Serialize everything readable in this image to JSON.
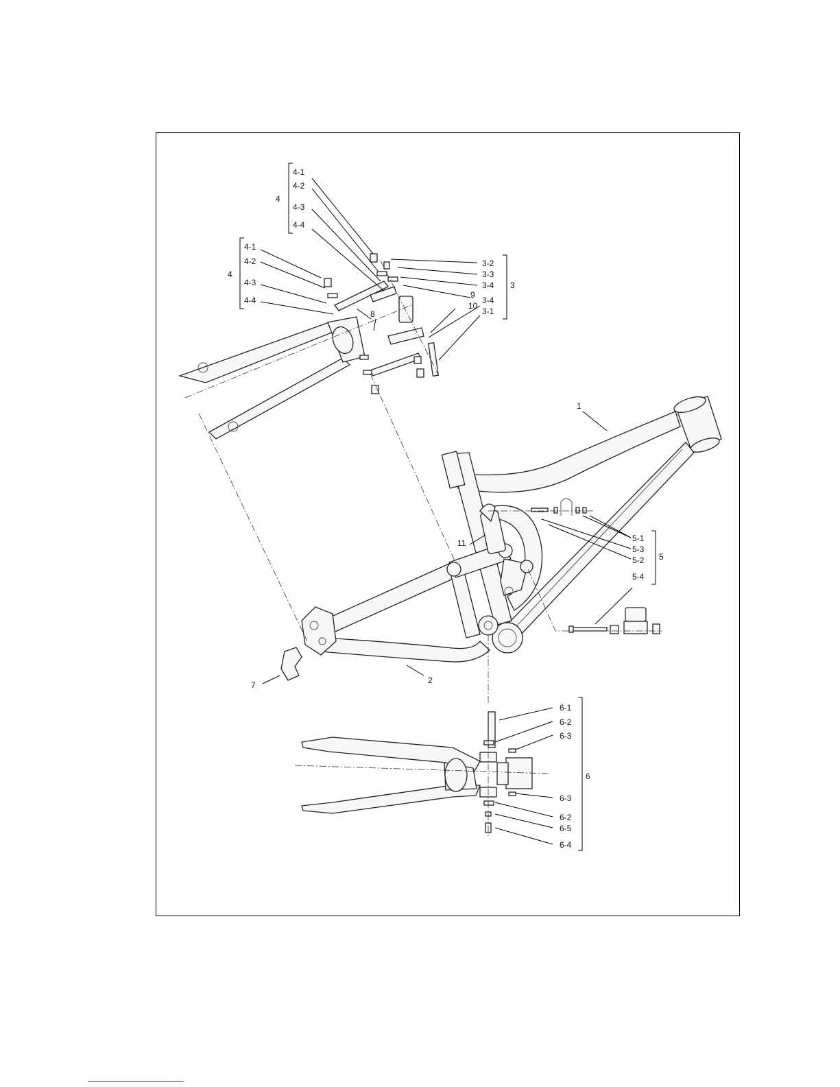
{
  "callouts": [
    {
      "text": "1"
    },
    {
      "text": "2"
    },
    {
      "text": "7"
    },
    {
      "text": "8"
    },
    {
      "text": "9"
    },
    {
      "text": "10"
    },
    {
      "text": "11"
    },
    {
      "text": "4-1"
    },
    {
      "text": "4-2"
    },
    {
      "text": "4-3"
    },
    {
      "text": "4-4"
    },
    {
      "text": "4-1"
    },
    {
      "text": "4-2"
    },
    {
      "text": "4-3"
    },
    {
      "text": "4-4"
    },
    {
      "text": "3-2"
    },
    {
      "text": "3-3"
    },
    {
      "text": "3-4"
    },
    {
      "text": "3-4"
    },
    {
      "text": "3-1"
    },
    {
      "text": "5-1"
    },
    {
      "text": "5-3"
    },
    {
      "text": "5-2"
    },
    {
      "text": "5-4"
    },
    {
      "text": "6-1"
    },
    {
      "text": "6-2"
    },
    {
      "text": "6-3"
    },
    {
      "text": "6-3"
    },
    {
      "text": "6-2"
    },
    {
      "text": "6-5"
    },
    {
      "text": "6-4"
    }
  ],
  "groups": [
    {
      "text": "4"
    },
    {
      "text": "4"
    },
    {
      "text": "3"
    },
    {
      "text": "5"
    },
    {
      "text": "6"
    }
  ]
}
